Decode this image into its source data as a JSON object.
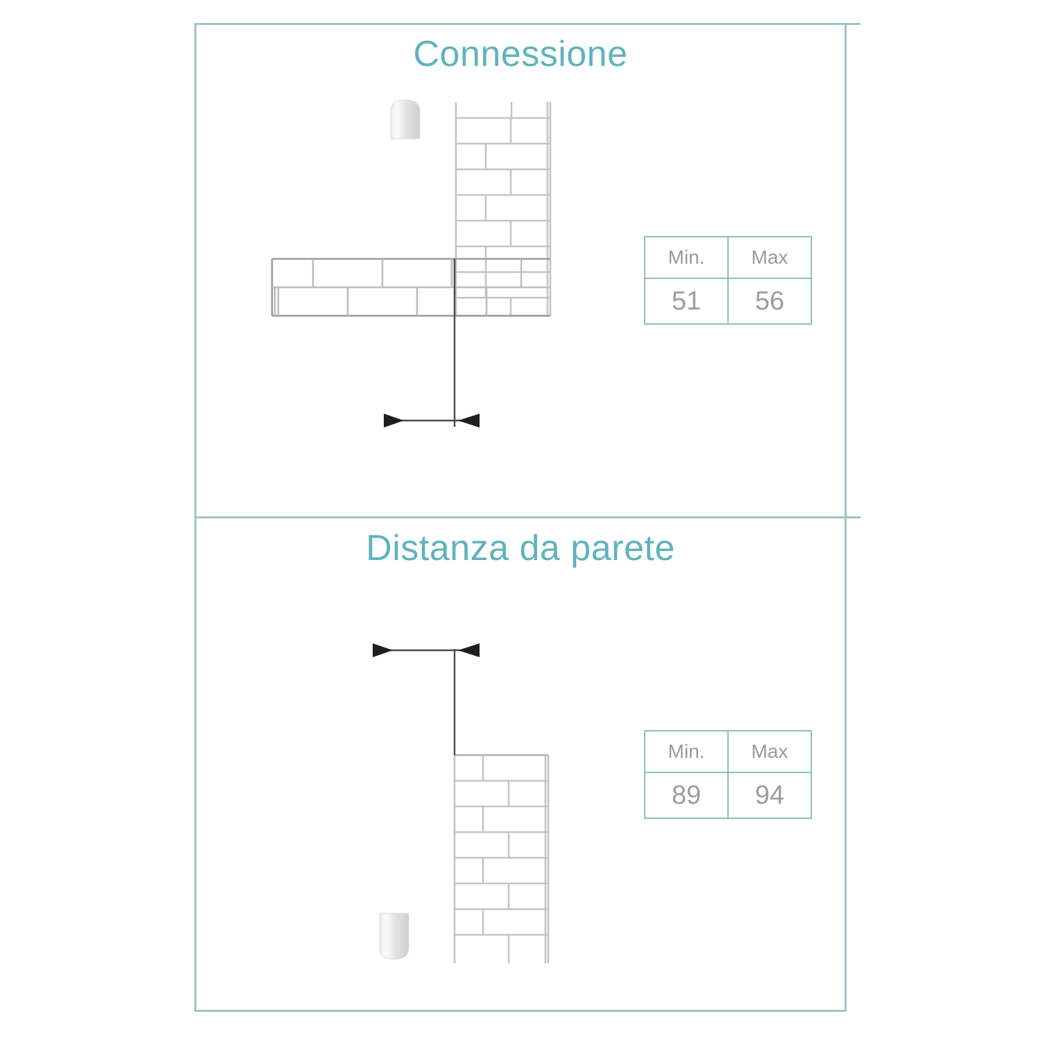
{
  "document": {
    "language": "it",
    "kind": "installation-dimension-drawing"
  },
  "frame": {
    "border_color": "#9fc6c4"
  },
  "panels": [
    {
      "id": "connessione",
      "title": "Connessione",
      "title_color": "#5fb3bd",
      "table": {
        "headers": [
          "Min.",
          "Max"
        ],
        "values": [
          "51",
          "56"
        ],
        "border_color": "#8cbfbc",
        "text_color": "#9b9b93"
      },
      "diagram": {
        "description": "corner of vertical wall meeting horizontal wall with suspended fixture and horizontal dimension arrows",
        "wall_line_color": "#bdbdbd",
        "fixture_color": "#d8d8d8",
        "dimension_color": "#6e6e6e"
      }
    },
    {
      "id": "distanza-da-parete",
      "title": "Distanza da parete",
      "title_color": "#5fb3bd",
      "table": {
        "headers": [
          "Min.",
          "Max"
        ],
        "values": [
          "89",
          "94"
        ],
        "border_color": "#8cbfbc",
        "text_color": "#9b9b93"
      },
      "diagram": {
        "description": "vertical wall with fixture offset to the left and horizontal dimension arrows at the top",
        "wall_line_color": "#bdbdbd",
        "fixture_color": "#d8d8d8",
        "dimension_color": "#6e6e6e"
      }
    }
  ],
  "icons": {
    "arrow_left": "dimension-arrow-left",
    "arrow_right": "dimension-arrow-right"
  }
}
